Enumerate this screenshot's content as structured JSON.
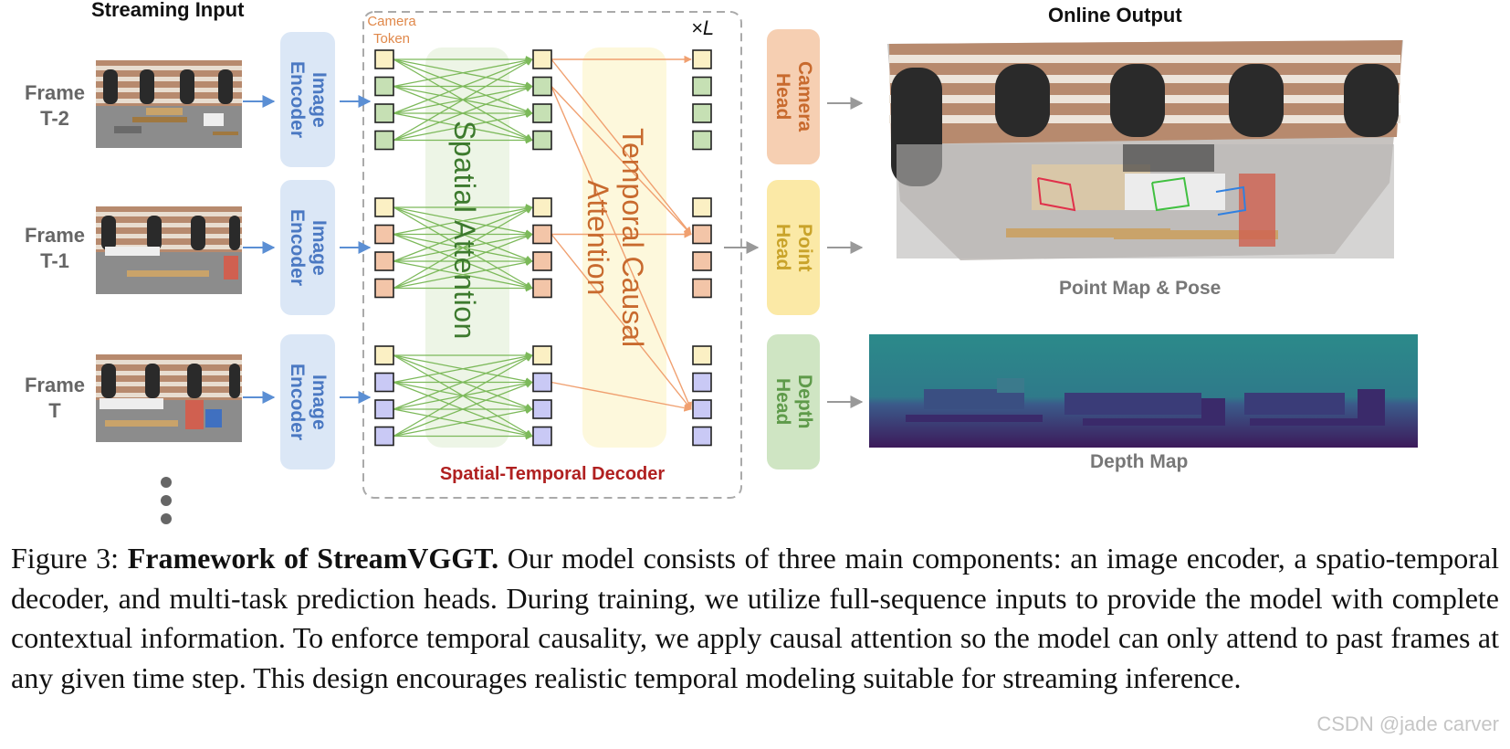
{
  "figure": {
    "streaming_input_title": "Streaming Input",
    "online_output_title": "Online Output",
    "frames": [
      {
        "line1": "Frame",
        "line2": "T-2"
      },
      {
        "line1": "Frame",
        "line2": "T-1"
      },
      {
        "line1": "Frame",
        "line2": "T"
      }
    ],
    "encoder_label": "Image\nEncoder",
    "camera_token_label": "Camera\nToken",
    "spatial_attention_label": "Spatial Attention",
    "temporal_attention_label": "Temporal Causal\nAttention",
    "repeat_label": "×L",
    "decoder_label": "Spatial-Temporal Decoder",
    "heads": [
      {
        "label": "Camera\nHead",
        "color": "#c86a2e",
        "bg": "#f6cfb2"
      },
      {
        "label": "Point\nHead",
        "color": "#c9a32a",
        "bg": "#fbe9a6"
      },
      {
        "label": "Depth\nHead",
        "color": "#5e9a4a",
        "bg": "#cfe5c3"
      }
    ],
    "pointmap_label": "Point Map & Pose",
    "depthmap_label": "Depth Map",
    "colors": {
      "encoder_bg": "#dbe7f6",
      "encoder_text": "#4a78c2",
      "camera_token": "#fbf0c4",
      "frame_t2_token": "#c6e0b4",
      "frame_t1_token": "#f3c5a8",
      "frame_t_token": "#c9c9f5",
      "spatial_edges": "#7cb95a",
      "temporal_edges": "#f0a070",
      "spatial_text": "#3d7a2e",
      "temporal_text": "#c86a2e",
      "decoder_text": "#b02020",
      "arrow": "#5b8fd4",
      "grey_arrow": "#999999"
    }
  },
  "caption": {
    "label": "Figure 3:",
    "bold_title": "Framework of StreamVGGT.",
    "text": " Our model consists of three main components: an image encoder, a spatio-temporal decoder, and multi-task prediction heads. During training, we utilize full-sequence inputs to provide the model with complete contextual information. To enforce temporal causality, we apply causal attention so the model can only attend to past frames at any given time step. This design encourages realistic temporal modeling suitable for streaming inference."
  },
  "watermark": "CSDN @jade carver"
}
